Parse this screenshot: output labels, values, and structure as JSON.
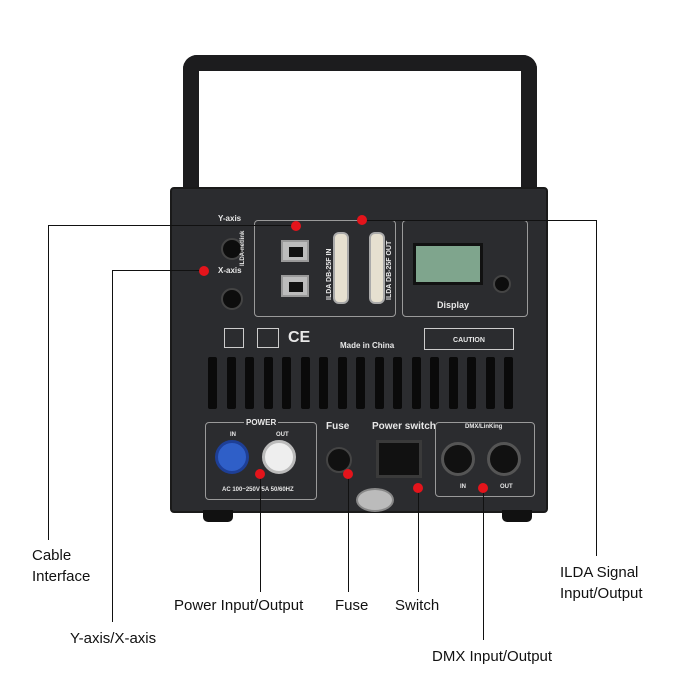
{
  "device_panel": {
    "y_axis": "Y-axis",
    "x_axis": "X-axis",
    "ilda_netlink": "ILDA-netlink",
    "ilda_in": "ILDA DB-25F IN",
    "ilda_out": "ILDA DB-25F OUT",
    "display": "Display",
    "made_in": "Made in China",
    "caution": "CAUTION",
    "ce": "CE",
    "power": "POWER",
    "power_in": "IN",
    "power_out": "OUT",
    "power_rating": "AC 100~250V/5A  50/60HZ",
    "fuse": "Fuse",
    "power_switch": "Power switch",
    "dmx": "DMX/LinKing",
    "dmx_in": "IN",
    "dmx_out": "OUT"
  },
  "callouts": {
    "cable_interface": "Cable Interface",
    "y_x_axis": "Y-axis/X-axis",
    "ilda_signal": "ILDA Signal Input/Output",
    "power_io": "Power Input/Output",
    "fuse": "Fuse",
    "switch": "Switch",
    "dmx_io": "DMX Input/Output"
  },
  "colors": {
    "callout_dot": "#e4141b",
    "body": "#2b2c2f"
  }
}
